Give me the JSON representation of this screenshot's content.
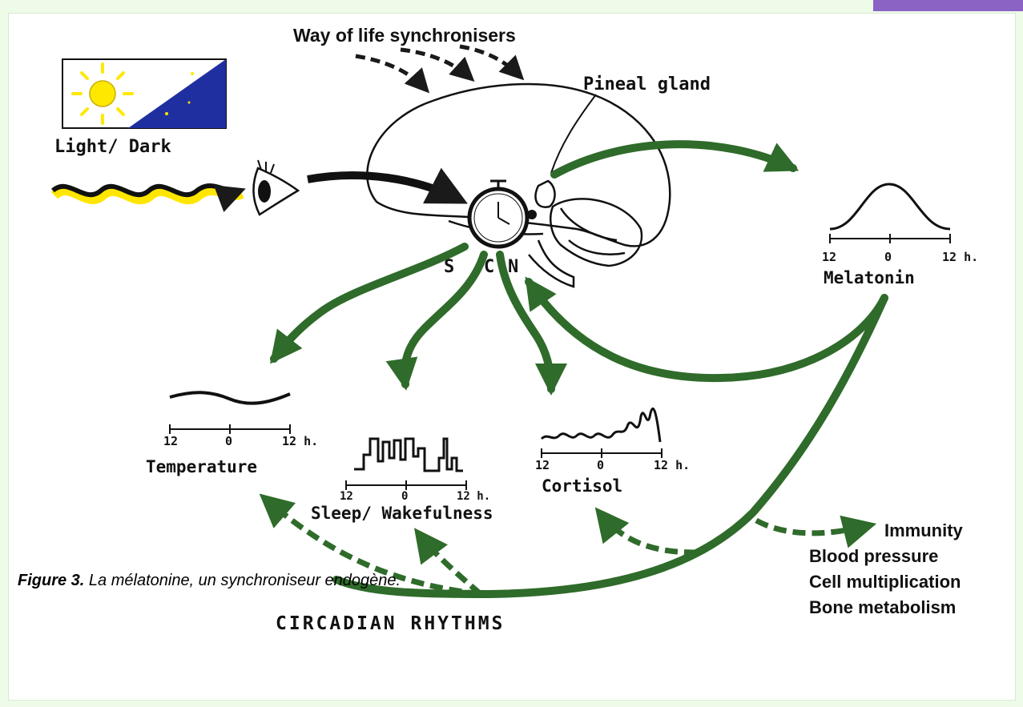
{
  "diagram": {
    "synchronisers_label": "Way of life synchronisers",
    "pineal_label": "Pineal gland",
    "light_dark_label": "Light/ Dark",
    "scn_letters": [
      "S",
      "C",
      "N"
    ],
    "melatonin": {
      "label": "Melatonin",
      "ticks": [
        "12",
        "0",
        "12 h."
      ]
    },
    "temperature": {
      "label": "Temperature",
      "ticks": [
        "12",
        "0",
        "12 h."
      ]
    },
    "sleep": {
      "label": "Sleep/ Wakefulness",
      "ticks": [
        "12",
        "0",
        "12 h."
      ]
    },
    "cortisol": {
      "label": "Cortisol",
      "ticks": [
        "12",
        "0",
        "12 h."
      ]
    },
    "effects": [
      "Immunity",
      "Blood pressure",
      "Cell multiplication",
      "Bone metabolism"
    ],
    "title": "CIRCADIAN RHYTHMS"
  },
  "caption": {
    "bold": "Figure 3.",
    "text": " La mélatonine, un synchroniseur endogène."
  },
  "colors": {
    "green_arrow": "#2f6b2a",
    "dark_arrow": "#1a1a1a",
    "sun": "#ffe800",
    "night": "#1f2fa0",
    "wave_glow": "#ffe600",
    "panel_border": "#d8ead0",
    "corner_strip": "#8a63c4"
  }
}
